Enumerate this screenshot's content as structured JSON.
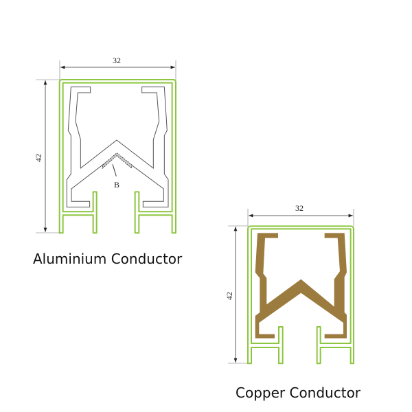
{
  "aluminium": {
    "caption": "Aluminium Conductor",
    "width_label": "32",
    "height_label": "42",
    "detail_label": "B",
    "housing_color": "#8cc63f",
    "conductor_color": "#ffffff"
  },
  "copper": {
    "caption": "Copper Conductor",
    "width_label": "32",
    "height_label": "42",
    "housing_color": "#8cc63f",
    "conductor_color": "#9c7b3e"
  }
}
